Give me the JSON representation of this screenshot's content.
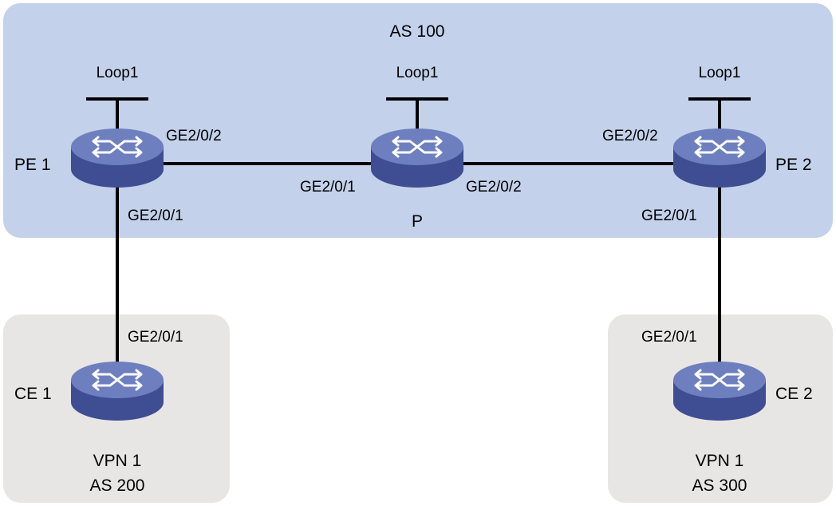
{
  "colors": {
    "as_backbone_fill": "#c3d1ea",
    "vpn_site_fill": "#e8e6e5",
    "router_top": "#6e7fbf",
    "router_side": "#3f4d93",
    "router_arrows": "#ffffff",
    "link": "#000000"
  },
  "backbone": {
    "label": "AS 100"
  },
  "sites": {
    "left": {
      "vpn": "VPN 1",
      "as": "AS 200"
    },
    "right": {
      "vpn": "VPN 1",
      "as": "AS 300"
    }
  },
  "routers": {
    "pe1": {
      "name": "PE 1",
      "loopback": "Loop1",
      "icon": "router-icon"
    },
    "p": {
      "name": "P",
      "loopback": "Loop1",
      "icon": "router-icon"
    },
    "pe2": {
      "name": "PE 2",
      "loopback": "Loop1",
      "icon": "router-icon"
    },
    "ce1": {
      "name": "CE 1",
      "icon": "router-icon"
    },
    "ce2": {
      "name": "CE 2",
      "icon": "router-icon"
    }
  },
  "interfaces": {
    "pe1_to_p": "GE2/0/2",
    "pe1_to_ce1": "GE2/0/1",
    "p_to_pe1": "GE2/0/1",
    "p_to_pe2": "GE2/0/2",
    "pe2_to_p": "GE2/0/2",
    "pe2_to_ce2": "GE2/0/1",
    "ce1_to_pe1": "GE2/0/1",
    "ce2_to_pe2": "GE2/0/1"
  }
}
